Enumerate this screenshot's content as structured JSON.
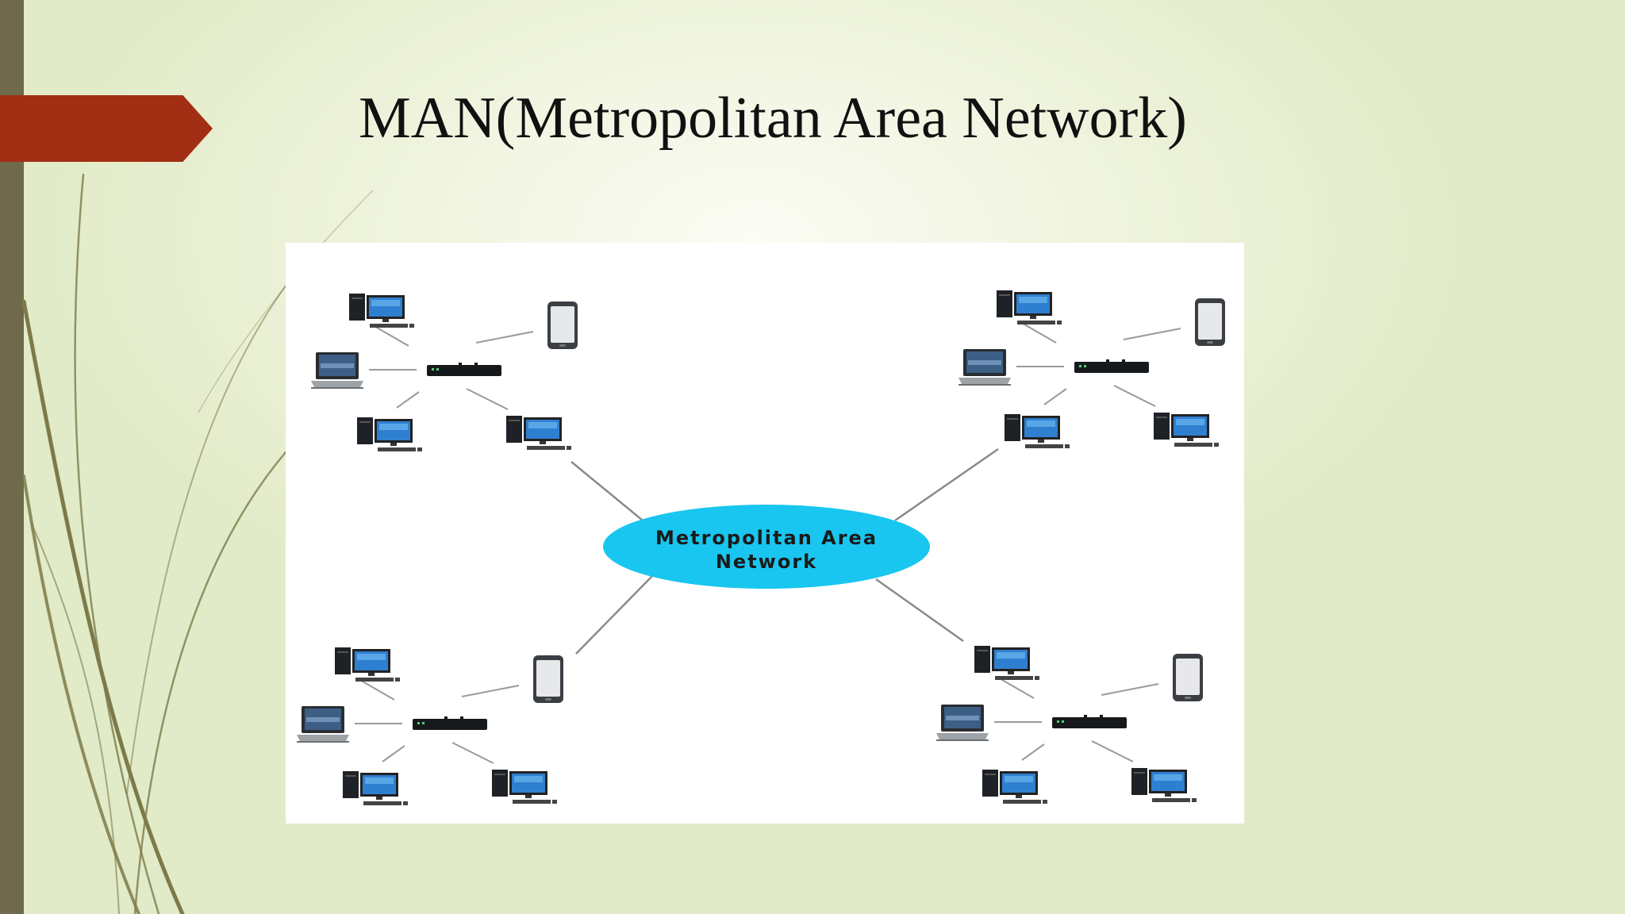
{
  "slide": {
    "title": "MAN(Metropolitan Area Network)"
  },
  "diagram": {
    "hub": {
      "line1": "Metropolitan Area",
      "line2": "Network",
      "color": "#19c6ef"
    },
    "clusters": [
      {
        "name": "top-left",
        "devices": [
          "desktop",
          "smartphone",
          "laptop",
          "desktop",
          "desktop"
        ]
      },
      {
        "name": "top-right",
        "devices": [
          "desktop",
          "smartphone",
          "laptop",
          "desktop",
          "desktop"
        ]
      },
      {
        "name": "bottom-left",
        "devices": [
          "desktop",
          "smartphone",
          "laptop",
          "desktop",
          "desktop"
        ]
      },
      {
        "name": "bottom-right",
        "devices": [
          "desktop",
          "smartphone",
          "laptop",
          "desktop",
          "desktop"
        ]
      }
    ]
  },
  "colors": {
    "accent_arrow": "#a22f14",
    "left_bar": "#6f6a4c"
  }
}
